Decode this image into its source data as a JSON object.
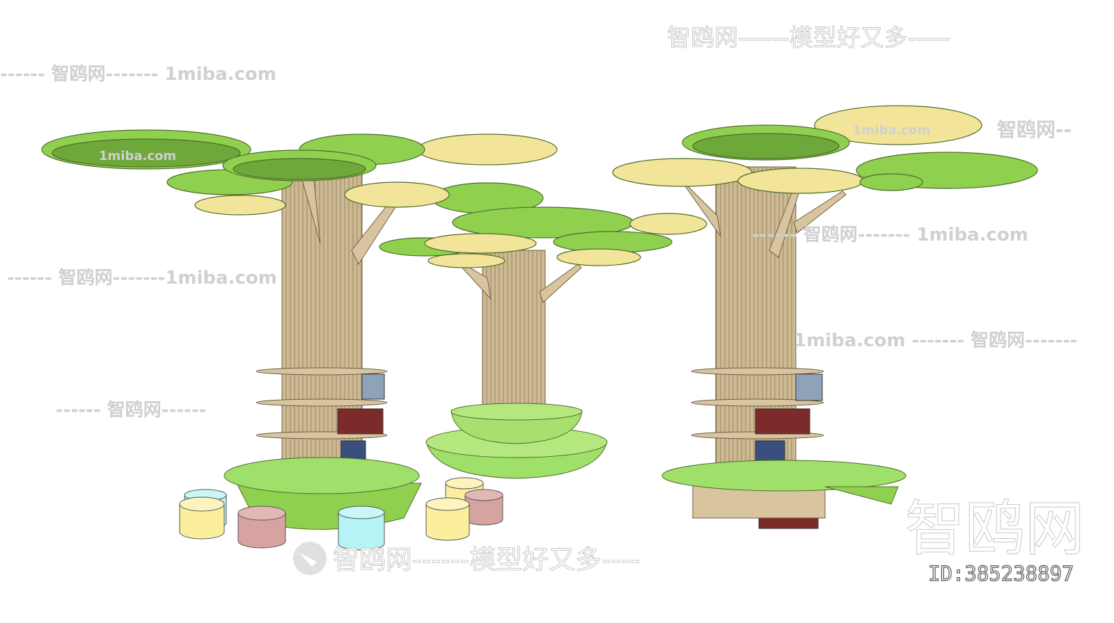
{
  "watermarks": {
    "brand": "智鸥网",
    "slogan_top": "智鸥网------模型好又多-----",
    "slogan_bottom": "智鸥网------模型好又多----",
    "domain": "1miba.com",
    "line_left_1": "------ 智鸥网------- 1miba.com",
    "line_left_2": "------ 智鸥网-------1miba.com",
    "line_left_3": "------ 智鸥网------",
    "line_right_1": "------ 智鸥网------- 1miba.com",
    "line_right_2": "1miba.com ------- 智鸥网-------",
    "line_right_3": "智鸥网--",
    "id_label": "ID:385238897"
  },
  "colors": {
    "leaf_green": "#8fd14f",
    "leaf_green_dark": "#5e9c2e",
    "leaf_yellow": "#f2e59a",
    "trunk": "#c9b48e",
    "trunk_line": "#8c7a5c",
    "seat_green": "#9ee06a",
    "stool_yellow": "#fbee9e",
    "stool_pink": "#d7a3a1",
    "stool_blue": "#b6f3f5"
  }
}
